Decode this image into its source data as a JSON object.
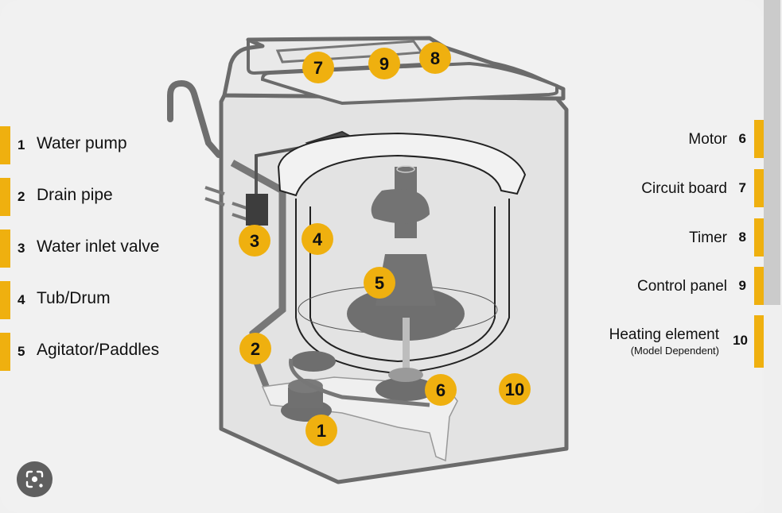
{
  "diagram": {
    "subject": "Top-load washing machine components",
    "accent_color": "#efb00f",
    "callouts": [
      {
        "number": "1",
        "label": "Water pump"
      },
      {
        "number": "2",
        "label": "Drain pipe"
      },
      {
        "number": "3",
        "label": "Water inlet valve"
      },
      {
        "number": "4",
        "label": "Tub/Drum"
      },
      {
        "number": "5",
        "label": "Agitator/Paddles"
      },
      {
        "number": "6",
        "label": "Motor"
      },
      {
        "number": "7",
        "label": "Circuit board"
      },
      {
        "number": "8",
        "label": "Timer"
      },
      {
        "number": "9",
        "label": "Control panel"
      },
      {
        "number": "10",
        "label": "Heating element",
        "note": "(Model Dependent)"
      }
    ]
  },
  "overlay": {
    "lens_button_icon": "google-lens-icon"
  }
}
